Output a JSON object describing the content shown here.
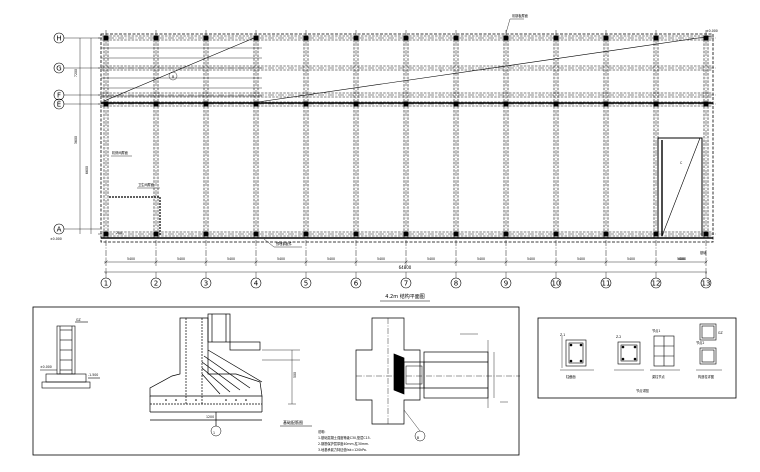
{
  "plan": {
    "title": "4.2m 结构平面图",
    "column_axes": [
      "1",
      "2",
      "3",
      "4",
      "5",
      "6",
      "7",
      "8",
      "9",
      "10",
      "11",
      "12",
      "13"
    ],
    "row_axes": [
      "H",
      "G",
      "F",
      "E",
      "A"
    ],
    "bay_dims": [
      "5400",
      "5400",
      "5400",
      "5400",
      "5400",
      "5400",
      "5400",
      "5400",
      "5400",
      "5400",
      "5400",
      "5400"
    ],
    "overall_dim": "64800",
    "left_dims": [
      "7200",
      "3600",
      "6600"
    ],
    "labels": {
      "roof_note": "彩钢板屋面",
      "room_a": "机修间屋面",
      "room_b": "卫生间屋面",
      "beam_note": "预埋钢板件",
      "diag_a": "B",
      "diag_b": "A",
      "diag_c": "C",
      "bottom_left": "200",
      "axis_left": "±0.000",
      "right_top": "±0.000",
      "right_bottom": "基础",
      "axis_right_dim": "4500"
    }
  },
  "details": {
    "panel1": {
      "title": "基础配筋图",
      "bubble_a": "1",
      "bubble_b": "B",
      "label_a": "GZ",
      "label_b": "±0.000",
      "label_c": "-1.500",
      "notes": [
        "说明:",
        "1.基础混凝土强度等级C30,垫层C15.",
        "2.钢筋保护层厚度40mm,柱30mm.",
        "3.地基承载力特征值fak=120kPa."
      ],
      "dim_a": "500",
      "dim_b": "1200"
    },
    "panel2": {
      "title": "节点详图",
      "items": [
        "Z-1",
        "Z-2",
        "节点1",
        "节点2",
        "GZ"
      ],
      "subtitles": [
        "柱截面",
        "梁柱节点",
        "构造柱详图"
      ]
    }
  }
}
